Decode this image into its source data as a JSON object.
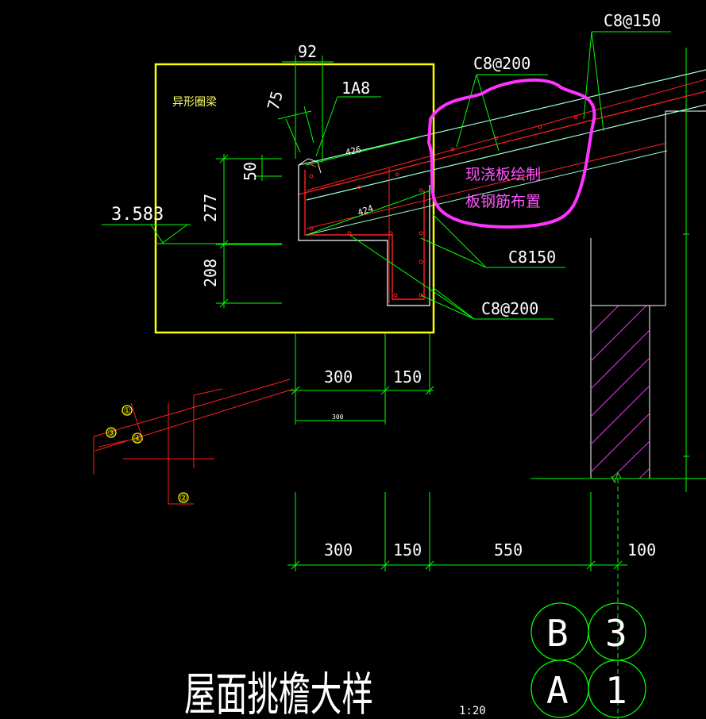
{
  "colors": {
    "background": "#000000",
    "dimension": "#00ff00",
    "rebar": "#ff2020",
    "concrete_outline": "#ffffff",
    "slab_line": "#9fffcf",
    "highlight_box": "#ffff00",
    "cloud_mark": "#ff33ff",
    "hatch": "#cc33cc",
    "axis_bubble": "#00ff00"
  },
  "drawing": {
    "title": "屋面挑檐大样",
    "scale": "1:20",
    "box_label": "异形圈梁",
    "note_line1": "现浇板绘制",
    "note_line2": "板钢筋布置",
    "elevation": "3.583"
  },
  "rebar_labels": {
    "top_right": "C8@150",
    "top_mid": "C8@200",
    "stirrup": "C8150",
    "bottom": "C8@200",
    "edge_bar": "1A8"
  },
  "dimensions": {
    "top_92": "92",
    "top_75": "75",
    "v50": "50",
    "v277": "277",
    "v208": "208",
    "slab_426": "426",
    "slab_424": "424",
    "upper_300": "300",
    "upper_150": "150",
    "small_300": "300",
    "lower_300": "300",
    "lower_150": "150",
    "lower_550": "550",
    "lower_100": "100"
  },
  "axis_bubbles": [
    "B",
    "3",
    "A",
    "1"
  ],
  "small_markers": [
    "①",
    "③",
    "④",
    "②"
  ]
}
